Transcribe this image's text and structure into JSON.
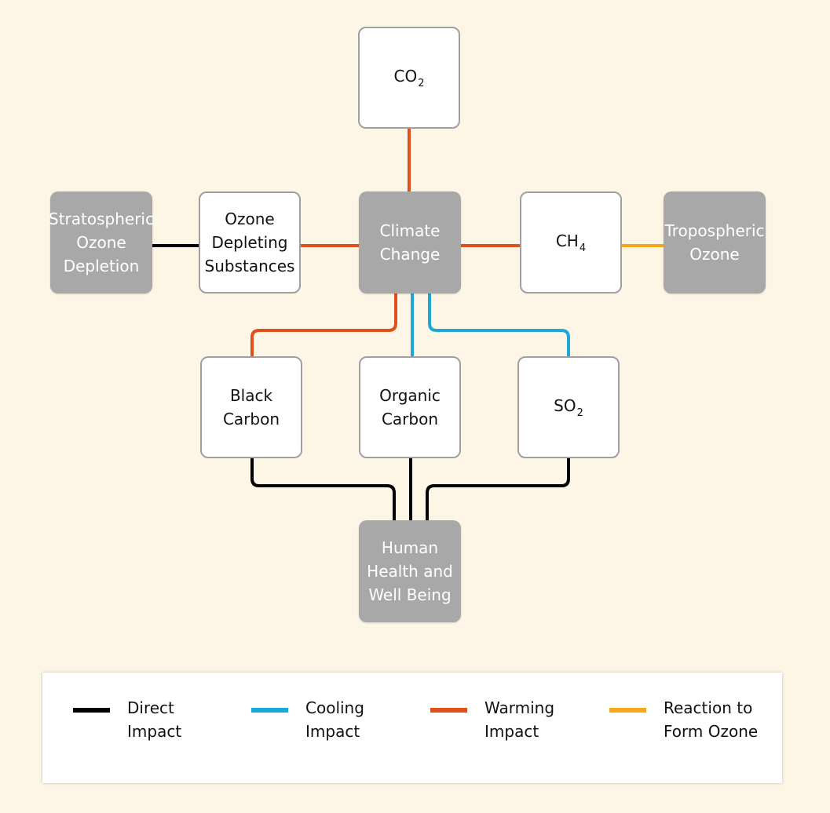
{
  "colors": {
    "direct": "#000000",
    "cooling": "#1ea8d6",
    "warming": "#e0501b",
    "reaction": "#f5a81c",
    "impact_box": "#a8a8a8",
    "background": "#fdf5e6"
  },
  "nodes": {
    "co2": {
      "label": "CO",
      "sub": "2"
    },
    "climate_change": {
      "label": "Climate\nChange"
    },
    "ods": {
      "label": "Ozone\nDepleting\nSubstances"
    },
    "stratospheric": {
      "label": "Stratospheric\nOzone\nDepletion"
    },
    "ch4": {
      "label": "CH",
      "sub": "4"
    },
    "tropospheric": {
      "label": "Tropospheric\nOzone"
    },
    "black_carbon": {
      "label": "Black\nCarbon"
    },
    "organic_carbon": {
      "label": "Organic\nCarbon"
    },
    "so2": {
      "label": "SO",
      "sub": "2"
    },
    "human_health": {
      "label": "Human\nHealth and\nWell Being"
    }
  },
  "connections": [
    {
      "from": "co2",
      "to": "climate_change",
      "impact": "warming"
    },
    {
      "from": "ods",
      "to": "climate_change",
      "impact": "warming"
    },
    {
      "from": "ch4",
      "to": "climate_change",
      "impact": "warming"
    },
    {
      "from": "ods",
      "to": "stratospheric",
      "impact": "direct"
    },
    {
      "from": "ch4",
      "to": "tropospheric",
      "impact": "reaction"
    },
    {
      "from": "black_carbon",
      "to": "climate_change",
      "impact": "warming"
    },
    {
      "from": "organic_carbon",
      "to": "climate_change",
      "impact": "cooling"
    },
    {
      "from": "so2",
      "to": "climate_change",
      "impact": "cooling"
    },
    {
      "from": "black_carbon",
      "to": "human_health",
      "impact": "direct"
    },
    {
      "from": "organic_carbon",
      "to": "human_health",
      "impact": "direct"
    },
    {
      "from": "so2",
      "to": "human_health",
      "impact": "direct"
    }
  ],
  "legend": [
    {
      "label": "Direct\nImpact",
      "color": "#000000"
    },
    {
      "label": "Cooling\nImpact",
      "color": "#1ea8d6"
    },
    {
      "label": "Warming\nImpact",
      "color": "#e0501b"
    },
    {
      "label": "Reaction to\nForm Ozone",
      "color": "#f5a81c"
    }
  ]
}
